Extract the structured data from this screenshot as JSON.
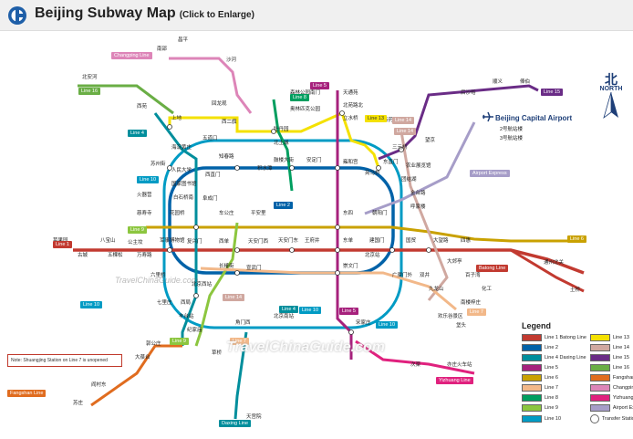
{
  "header": {
    "title": "Beijing Subway Map",
    "subtitle": "(Click to Enlarge)"
  },
  "north": {
    "cn": "北",
    "en": "NORTH"
  },
  "airport": {
    "label": "Beijing Capital Airport"
  },
  "watermark": {
    "main": "TravelChinaGuide.com",
    "small": "TravelChinaGuide.com"
  },
  "note": "Note: Shuangjing Station on Line 7 is unopened",
  "legend": {
    "title": "Legend",
    "items": [
      {
        "name": "Line 1 Batong Line",
        "color": "#c23a30"
      },
      {
        "name": "Line 13",
        "color": "#f4e100"
      },
      {
        "name": "Line 2",
        "color": "#0062a8"
      },
      {
        "name": "Line 14",
        "color": "#d0a8a0"
      },
      {
        "name": "Line 4 Daxing Line",
        "color": "#008e9c"
      },
      {
        "name": "Line 15",
        "color": "#6a2c86"
      },
      {
        "name": "Line 5",
        "color": "#a6217c"
      },
      {
        "name": "Line 16",
        "color": "#6aae45"
      },
      {
        "name": "Line 6",
        "color": "#c9a100"
      },
      {
        "name": "Fangshan Line",
        "color": "#e06c1f"
      },
      {
        "name": "Line 7",
        "color": "#f2b889"
      },
      {
        "name": "Changping Line",
        "color": "#dd85b8"
      },
      {
        "name": "Line 8",
        "color": "#009e5f"
      },
      {
        "name": "Yizhuang Line",
        "color": "#e0217e"
      },
      {
        "name": "Line 9",
        "color": "#8cc63f"
      },
      {
        "name": "Airport Express",
        "color": "#a69dc8"
      },
      {
        "name": "Line 10",
        "color": "#009bc4"
      },
      {
        "name": "Transfer Station",
        "color": "#ffffff"
      }
    ]
  },
  "line_tags": {
    "changping": "Changping Line",
    "l16": "Line 16",
    "l4": "Line 4",
    "l8": "Line 8",
    "l5": "Line 5",
    "l13": "Line 13",
    "l14a": "Line 14",
    "l15": "Line 15",
    "l10": "Line 10",
    "l9": "Line 9",
    "l2": "Line 2",
    "l1": "Line 1",
    "airport_exp": "Airport Express",
    "l6": "Line 6",
    "batong": "Batong Line",
    "l7": "Line 7",
    "l14b": "Line 14",
    "l4b": "Line 4",
    "l5b": "Line 5",
    "l10b": "Line 10",
    "l9b": "Line 9",
    "l10c": "Line 10",
    "l7b": "Line 7",
    "l14c": "Line 14",
    "fangshan": "Fangshan Line",
    "daxing": "Daxing Line",
    "yizhuang": "Yizhuang Line",
    "l10d": "Line 10"
  },
  "stations": {
    "s1": "南邵",
    "s2": "沙河",
    "s3": "昌平",
    "s4": "回龙观",
    "s5": "北安河",
    "s6": "西二旗",
    "s7": "上地",
    "s8": "五道口",
    "s9": "知春路",
    "s10": "西直门",
    "s11": "积水潭",
    "s12": "鼓楼大街",
    "s13": "安定门",
    "s14": "雍和宫",
    "s15": "东直门",
    "s16": "三元桥",
    "s17": "望京",
    "s18": "立水桥",
    "s19": "天通苑",
    "s20": "北苑路北",
    "s21": "公主坟",
    "s22": "军事博物馆",
    "s23": "复兴门",
    "s24": "西单",
    "s25": "天安门西",
    "s26": "天安门东",
    "s27": "王府井",
    "s28": "东单",
    "s29": "建国门",
    "s30": "国贸",
    "s31": "大望路",
    "s32": "四惠",
    "s33": "苹果园",
    "s34": "古城",
    "s35": "八宝山",
    "s36": "五棵松",
    "s37": "万寿路",
    "s38": "长椿街",
    "s39": "宣武门",
    "s40": "崇文门",
    "s41": "北京站",
    "s42": "北京西站",
    "s43": "北京南站",
    "s44": "宋家庄",
    "s45": "角门西",
    "s46": "丰台站",
    "s47": "郭公庄",
    "s48": "天宫院",
    "s49": "亦庄火车站",
    "s50": "次渠",
    "s51": "通州北关",
    "s52": "土桥",
    "s53": "朝阳门",
    "s54": "东四",
    "s55": "平安里",
    "s56": "车公庄",
    "s57": "阜成门",
    "s58": "海淀黄庄",
    "s59": "苏州街",
    "s60": "巴沟",
    "s61": "火器营",
    "s62": "牡丹园",
    "s63": "北土城",
    "s64": "奥林匹克公园",
    "s65": "森林公园南门",
    "s66": "2号航站楼",
    "s67": "3号航站楼",
    "s68": "俸伯",
    "s69": "顺义",
    "s70": "后沙峪",
    "s71": "西苑",
    "s72": "苏庄",
    "s73": "阎村东",
    "s74": "长阳",
    "s75": "大葆台",
    "s76": "草桥",
    "s77": "纪家庙",
    "s78": "西局",
    "s79": "七里庄",
    "s80": "六里桥",
    "s81": "慈寿寺",
    "s82": "花园桥",
    "s83": "白石桥南",
    "s84": "国家图书馆",
    "s85": "人民大学",
    "s86": "广渠门外",
    "s87": "双井",
    "s88": "九龙山",
    "s89": "大郊亭",
    "s90": "百子湾",
    "s91": "化工",
    "s92": "南楼梓庄",
    "s93": "欢乐谷景区",
    "s94": "垡头",
    "s95": "金台路",
    "s96": "呼家楼",
    "s97": "团结湖",
    "s98": "农业展览馆",
    "s99": "亮马桥",
    "s100": "芍药居"
  }
}
